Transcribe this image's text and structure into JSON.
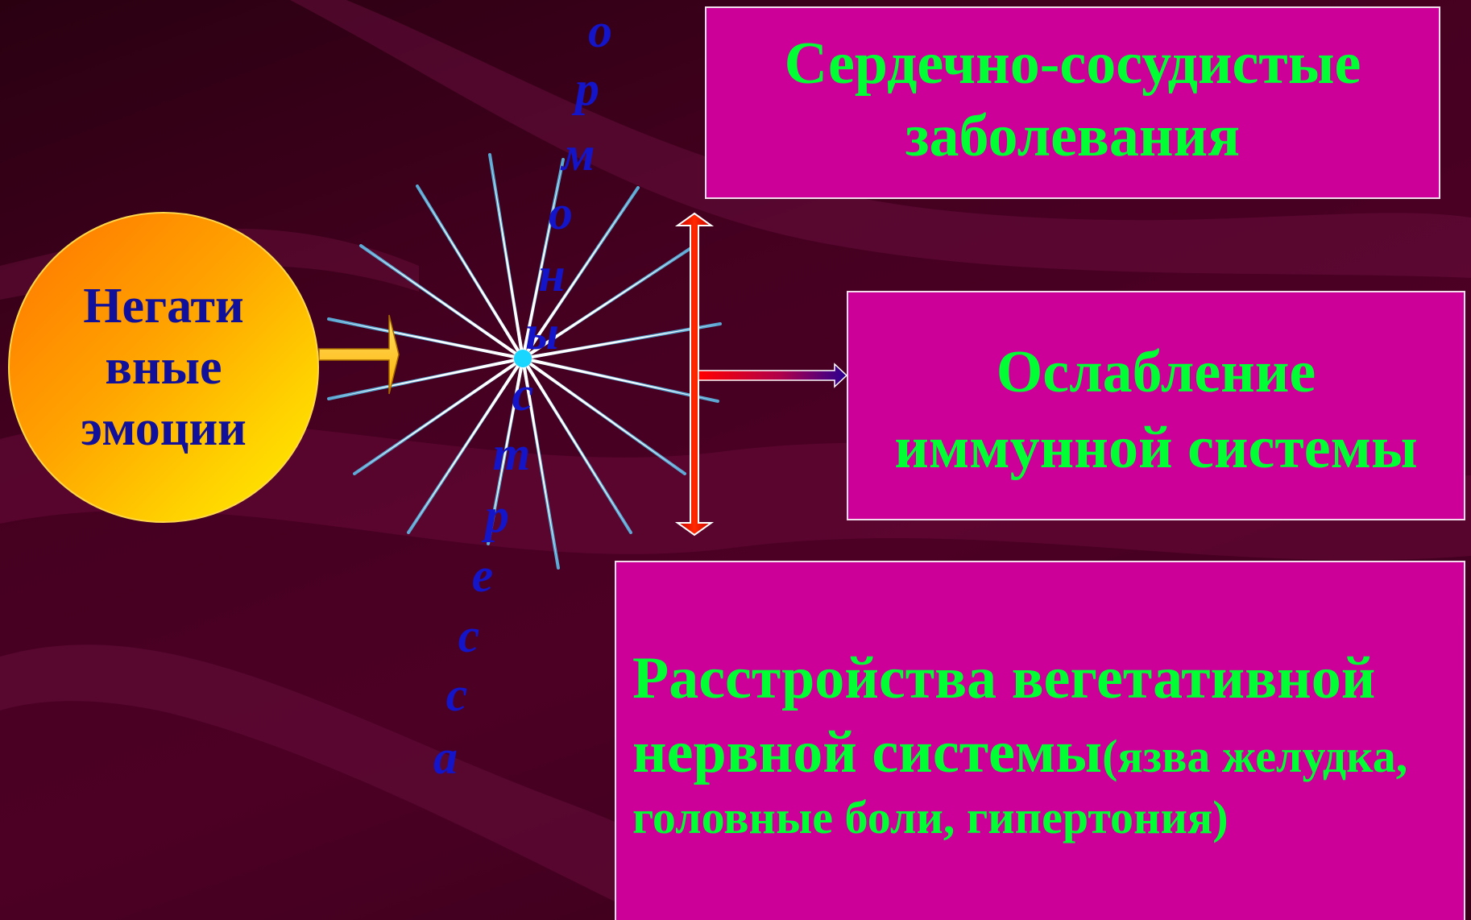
{
  "circle": {
    "lines": [
      "Негати",
      "вные",
      "эмоции"
    ]
  },
  "stress_label": {
    "letters": [
      "о",
      "р",
      "м",
      "о",
      "н",
      "ы",
      "с",
      "т",
      "р",
      "е",
      "с",
      "с",
      "а"
    ]
  },
  "boxes": {
    "cardio": {
      "lines": [
        "Сердечно-сосудистые",
        "заболевания"
      ]
    },
    "immune": {
      "lines": [
        "Ослабление",
        "иммунной системы"
      ]
    },
    "nervous": {
      "line1": "Расстройства вегетативной",
      "line2_main": "нервной системы",
      "line2_detail": "(язва желудка,",
      "line3": "головные боли, гипертония)"
    }
  },
  "icons": {
    "circle_arrow": "right-arrow-icon",
    "split_arrow": "double-headed-vertical-arrow-icon",
    "branch_arrow": "right-arrow-icon",
    "burst": "starburst-icon"
  },
  "colors": {
    "box_fill": "#cc0099",
    "box_text": "#00ff33",
    "label_blue": "#1414c8",
    "circle_text": "#10109a",
    "arrow_red": "#ff1a00",
    "background": "#450020"
  }
}
